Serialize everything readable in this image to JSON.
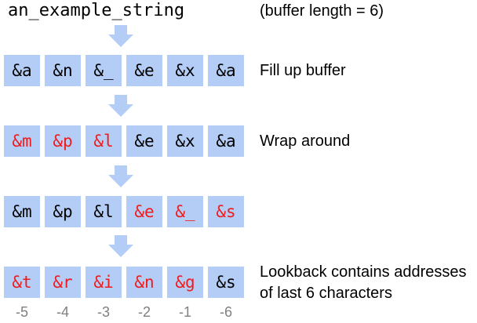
{
  "input_string": "an_example_string",
  "buffer_note": "(buffer length = 6)",
  "rows": [
    {
      "label": "Fill up buffer",
      "cells": [
        {
          "text": "&a",
          "red": false
        },
        {
          "text": "&n",
          "red": false
        },
        {
          "text": "&_",
          "red": false
        },
        {
          "text": "&e",
          "red": false
        },
        {
          "text": "&x",
          "red": false
        },
        {
          "text": "&a",
          "red": false
        }
      ]
    },
    {
      "label": "Wrap around",
      "cells": [
        {
          "text": "&m",
          "red": true
        },
        {
          "text": "&p",
          "red": true
        },
        {
          "text": "&l",
          "red": true
        },
        {
          "text": "&e",
          "red": false
        },
        {
          "text": "&x",
          "red": false
        },
        {
          "text": "&a",
          "red": false
        }
      ]
    },
    {
      "label": "",
      "cells": [
        {
          "text": "&m",
          "red": false
        },
        {
          "text": "&p",
          "red": false
        },
        {
          "text": "&l",
          "red": false
        },
        {
          "text": "&e",
          "red": true
        },
        {
          "text": "&_",
          "red": true
        },
        {
          "text": "&s",
          "red": true
        }
      ]
    },
    {
      "label_line1": "Lookback contains addresses",
      "label_line2": "of last 6 characters",
      "cells": [
        {
          "text": "&t",
          "red": true
        },
        {
          "text": "&r",
          "red": true
        },
        {
          "text": "&i",
          "red": true
        },
        {
          "text": "&n",
          "red": true
        },
        {
          "text": "&g",
          "red": true
        },
        {
          "text": "&s",
          "red": false
        }
      ]
    }
  ],
  "offsets": [
    "-5",
    "-4",
    "-3",
    "-2",
    "-1",
    "-6"
  ],
  "colors": {
    "cell_fill": "#b4cdf6",
    "arrow_fill": "#b4cdf6",
    "highlight_text": "#ee1c1c",
    "offset_text": "#7f7f7f"
  }
}
